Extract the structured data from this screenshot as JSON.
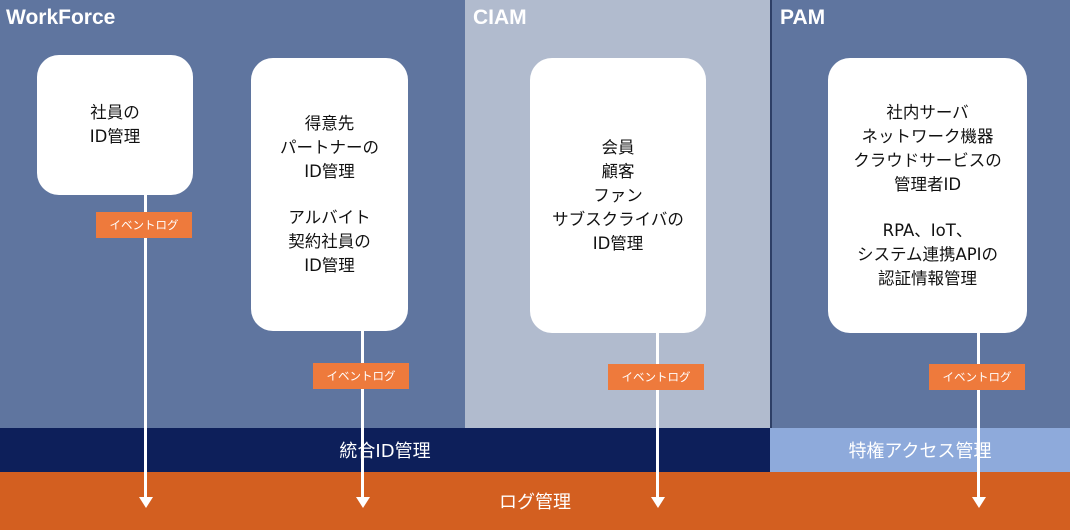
{
  "sections": {
    "workforce": {
      "title": "WorkForce"
    },
    "ciam": {
      "title": "CIAM"
    },
    "pam": {
      "title": "PAM"
    }
  },
  "cards": {
    "employee": {
      "lines": [
        "社員の",
        "ID管理"
      ]
    },
    "partner": {
      "lines": [
        "得意先",
        "パートナーの",
        "ID管理",
        "",
        "アルバイト",
        "契約社員の",
        "ID管理"
      ]
    },
    "customer": {
      "lines": [
        "会員",
        "顧客",
        "ファン",
        "サブスクライバの",
        "ID管理"
      ]
    },
    "admin": {
      "lines": [
        "社内サーバ",
        "ネットワーク機器",
        "クラウドサービスの",
        "管理者ID",
        "",
        "RPA、IoT、",
        "システム連携APIの",
        "認証情報管理"
      ]
    }
  },
  "event_log_label": "イベントログ",
  "bars": {
    "integrated_id": "統合ID管理",
    "privileged_access": "特権アクセス管理",
    "log_management": "ログ管理"
  },
  "colors": {
    "section_dark": "#5f759f",
    "section_light": "#b1bbce",
    "card": "#ffffff",
    "event_tag": "#ee7a3c",
    "integrated_bar": "#0d1f5a",
    "privileged_bar": "#8eaadb",
    "log_bar": "#d35f20"
  }
}
